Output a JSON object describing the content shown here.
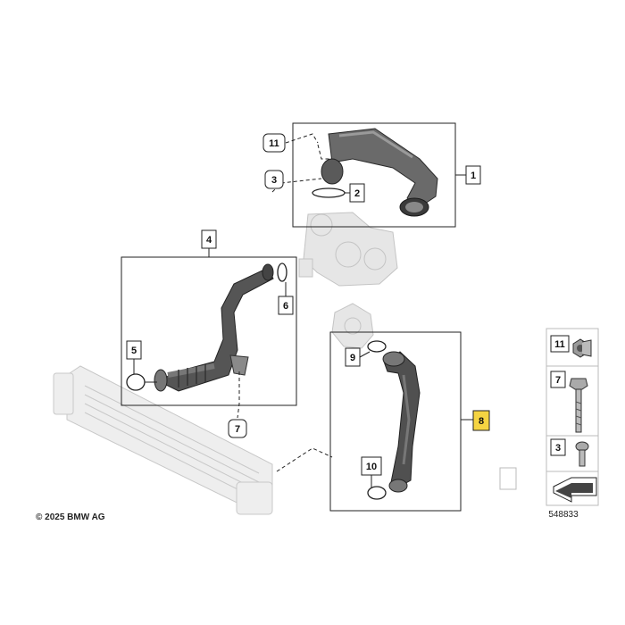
{
  "copyright": "© 2025 BMW AG",
  "diagram_number": "548833",
  "colors": {
    "highlight": "#f5d442",
    "part_dark": "#4a4a4a",
    "part_ghost": "#d8d8d8",
    "line": "#222222"
  },
  "callouts": {
    "c1": "1",
    "c2": "2",
    "c3": "3",
    "c4": "4",
    "c5": "5",
    "c6": "6",
    "c7": "7",
    "c8": "8",
    "c9": "9",
    "c10": "10",
    "c11": "11"
  },
  "legend": {
    "item_11": "11",
    "item_7": "7",
    "item_3": "3"
  }
}
